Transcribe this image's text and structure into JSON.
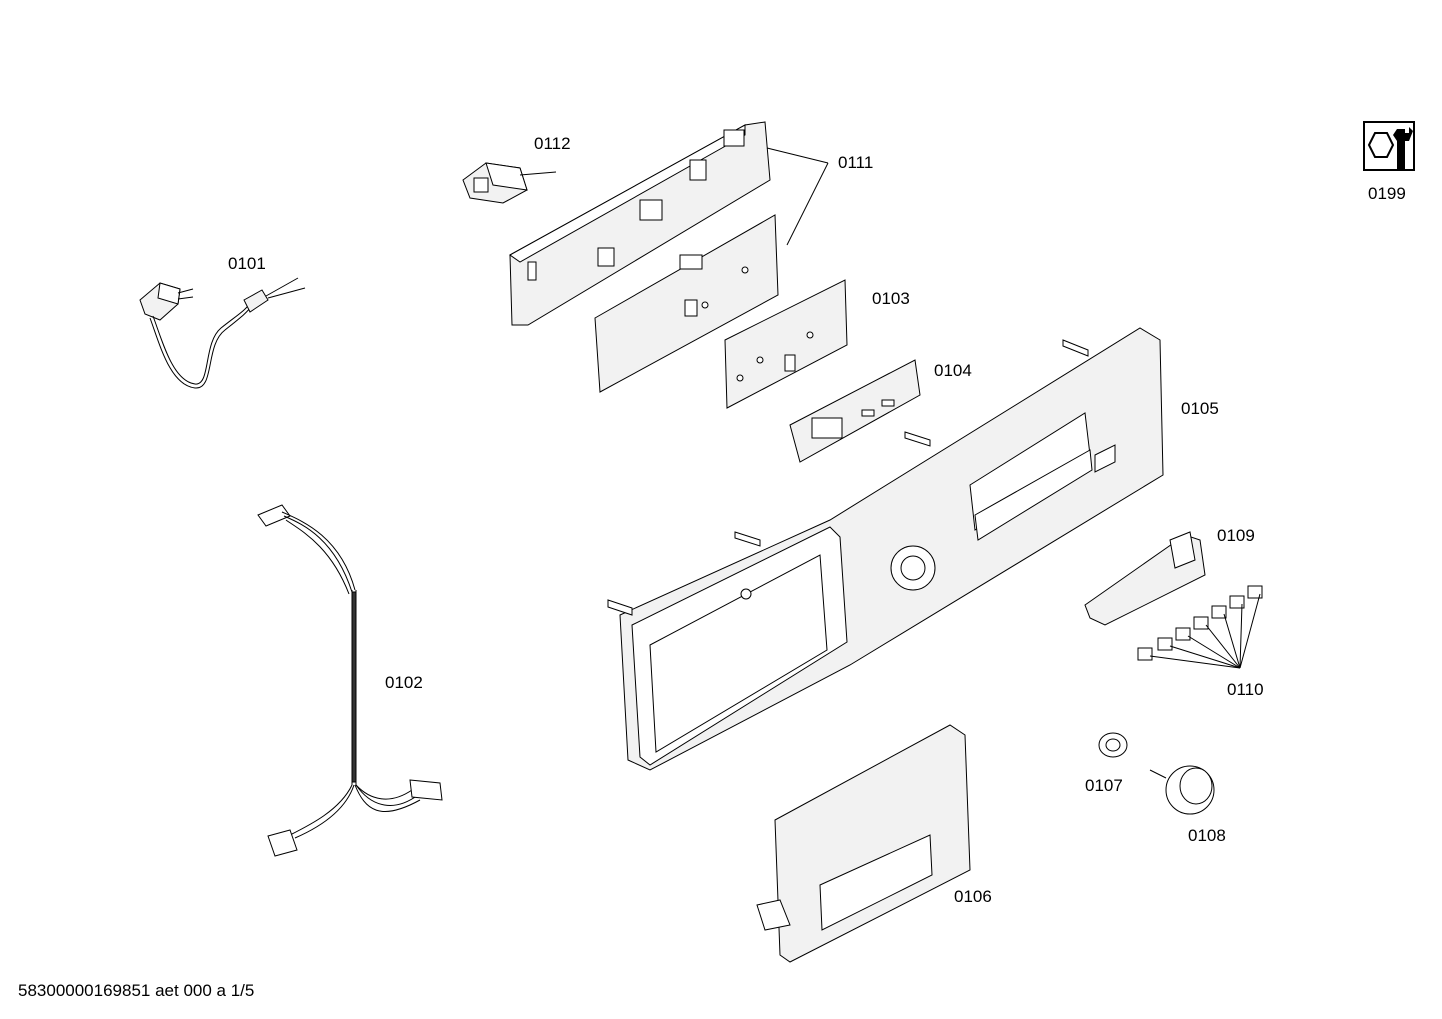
{
  "labels": {
    "p0101": "0101",
    "p0102": "0102",
    "p0103": "0103",
    "p0104": "0104",
    "p0105": "0105",
    "p0106": "0106",
    "p0107": "0107",
    "p0108": "0108",
    "p0109": "0109",
    "p0110": "0110",
    "p0111": "0111",
    "p0112": "0112",
    "p0199": "0199"
  },
  "footer": "58300000169851 aet 000 a 1/5",
  "icons": {
    "tool": "wrench-nut-icon"
  }
}
